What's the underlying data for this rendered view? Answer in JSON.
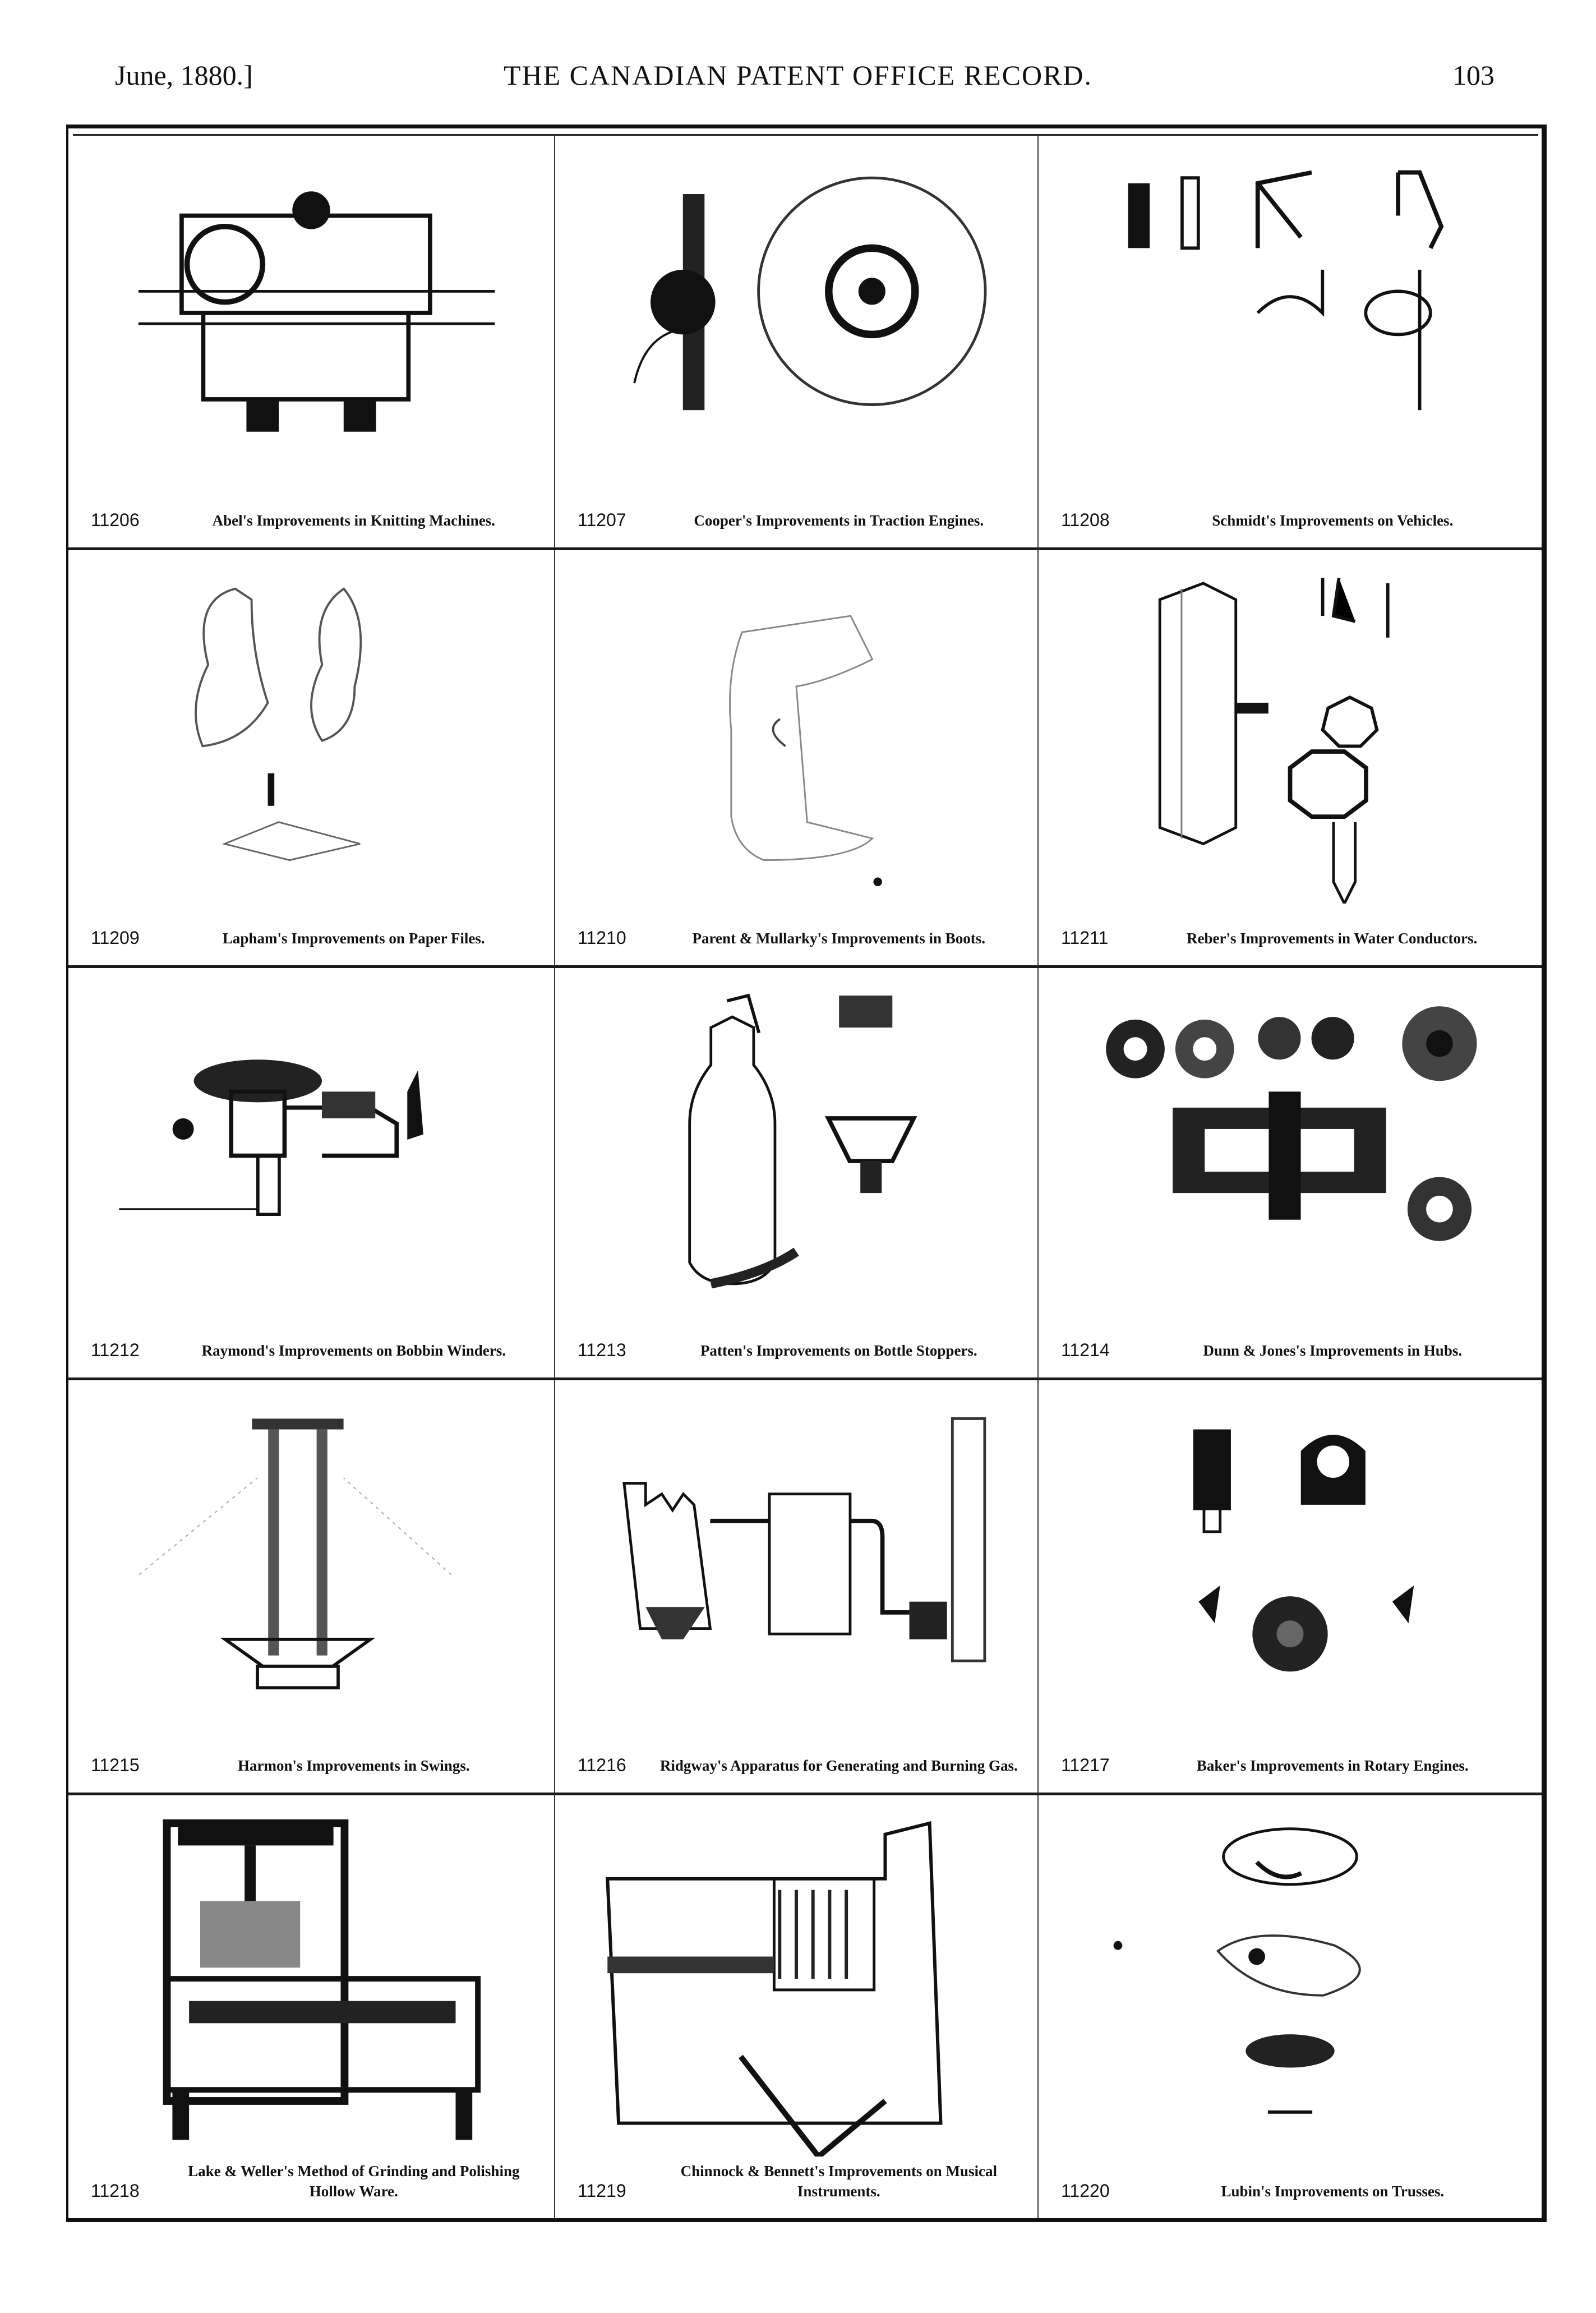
{
  "header": {
    "date": "June, 1880.]",
    "title": "THE CANADIAN PATENT OFFICE RECORD.",
    "page_number": "103"
  },
  "patents": [
    {
      "number": "11206",
      "title": "Abel's Improvements in Knitting Machines."
    },
    {
      "number": "11207",
      "title": "Cooper's Improvements in Traction Engines."
    },
    {
      "number": "11208",
      "title": "Schmidt's Improvements on Vehicles."
    },
    {
      "number": "11209",
      "title": "Lapham's Improvements on Paper Files."
    },
    {
      "number": "11210",
      "title": "Parent & Mullarky's Improvements in Boots."
    },
    {
      "number": "11211",
      "title": "Reber's Improvements in Water Conductors."
    },
    {
      "number": "11212",
      "title": "Raymond's Improvements on Bobbin Winders."
    },
    {
      "number": "11213",
      "title": "Patten's Improvements on Bottle Stoppers."
    },
    {
      "number": "11214",
      "title": "Dunn & Jones's Improvements in Hubs."
    },
    {
      "number": "11215",
      "title": "Harmon's Improvements in Swings."
    },
    {
      "number": "11216",
      "title": "Ridgway's Apparatus for Generating and Burning Gas."
    },
    {
      "number": "11217",
      "title": "Baker's Improvements in Rotary Engines."
    },
    {
      "number": "11218",
      "title": "Lake & Weller's Method of Grinding and Polishing Hollow Ware."
    },
    {
      "number": "11219",
      "title": "Chinnock & Bennett's Improvements on Musical Instruments."
    },
    {
      "number": "11220",
      "title": "Lubin's Improvements on Trusses."
    }
  ]
}
